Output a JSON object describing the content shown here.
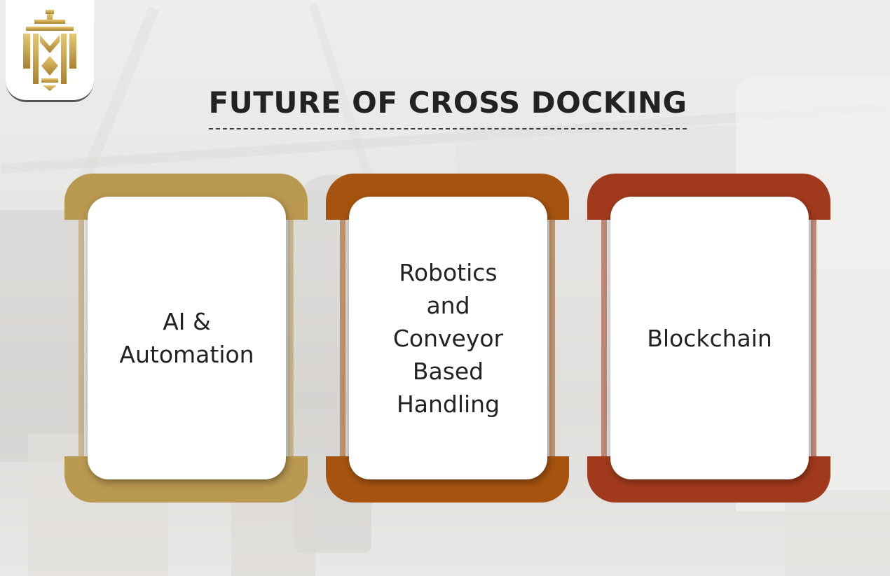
{
  "title": "FUTURE OF CROSS DOCKING",
  "colors": {
    "gold": "#b99850",
    "orange": "#a6530f",
    "rust": "#a13a1c",
    "logo_gold": "#c9a44a",
    "text": "#222222"
  },
  "logo": {
    "icon": "crown-shield-logo-icon"
  },
  "cards": [
    {
      "label": "AI &\nAutomation",
      "color": "#b99850"
    },
    {
      "label": "Robotics\nand\nConveyor\nBased\nHandling",
      "color": "#a6530f"
    },
    {
      "label": "Blockchain",
      "color": "#a13a1c"
    }
  ]
}
